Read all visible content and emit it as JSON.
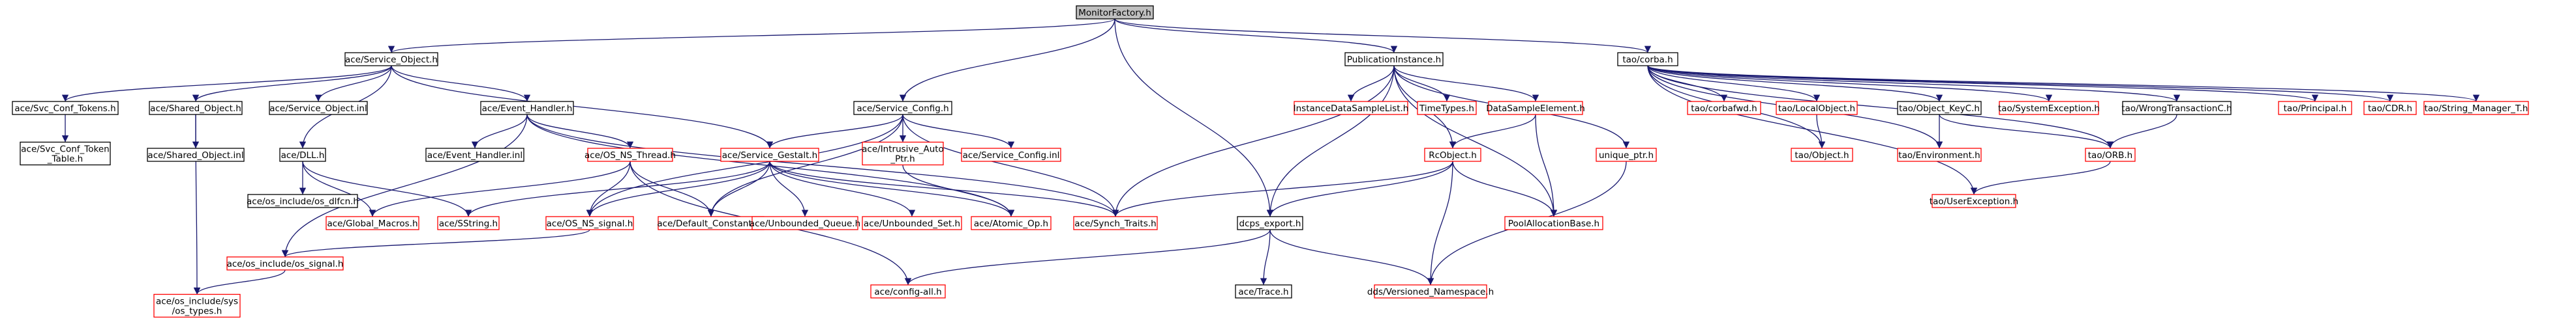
{
  "diagram": {
    "nodes": [
      {
        "id": "root",
        "lines": [
          "MonitorFactory.h"
        ],
        "color": "#000000",
        "fill": "#bfbfbf"
      },
      {
        "id": "svc_object",
        "lines": [
          "ace/Service_Object.h"
        ],
        "color": "#000000",
        "fill": "#ffffff"
      },
      {
        "id": "pub_instance",
        "lines": [
          "PublicationInstance.h"
        ],
        "color": "#000000",
        "fill": "#ffffff"
      },
      {
        "id": "tao_corba",
        "lines": [
          "tao/corba.h"
        ],
        "color": "#000000",
        "fill": "#ffffff"
      },
      {
        "id": "svc_conf_tokens",
        "lines": [
          "ace/Svc_Conf_Tokens.h"
        ],
        "color": "#000000",
        "fill": "#ffffff"
      },
      {
        "id": "shared_object",
        "lines": [
          "ace/Shared_Object.h"
        ],
        "color": "#000000",
        "fill": "#ffffff"
      },
      {
        "id": "svc_object_inl",
        "lines": [
          "ace/Service_Object.inl"
        ],
        "color": "#000000",
        "fill": "#ffffff"
      },
      {
        "id": "event_handler",
        "lines": [
          "ace/Event_Handler.h"
        ],
        "color": "#000000",
        "fill": "#ffffff"
      },
      {
        "id": "service_config",
        "lines": [
          "ace/Service_Config.h"
        ],
        "color": "#000000",
        "fill": "#ffffff"
      },
      {
        "id": "svc_conf_token_table",
        "lines": [
          "ace/Svc_Conf_Token",
          "_Table.h"
        ],
        "color": "#000000",
        "fill": "#ffffff"
      },
      {
        "id": "shared_object_inl",
        "lines": [
          "ace/Shared_Object.inl"
        ],
        "color": "#000000",
        "fill": "#ffffff"
      },
      {
        "id": "dll",
        "lines": [
          "ace/DLL.h"
        ],
        "color": "#000000",
        "fill": "#ffffff"
      },
      {
        "id": "event_handler_inl",
        "lines": [
          "ace/Event_Handler.inl"
        ],
        "color": "#000000",
        "fill": "#ffffff"
      },
      {
        "id": "os_ns_thread",
        "lines": [
          "ace/OS_NS_Thread.h"
        ],
        "color": "#ff0000",
        "fill": "#ffffff"
      },
      {
        "id": "svc_gestalt",
        "lines": [
          "ace/Service_Gestalt.h"
        ],
        "color": "#ff0000",
        "fill": "#ffffff"
      },
      {
        "id": "intrusive_auto_ptr",
        "lines": [
          "ace/Intrusive_Auto",
          "_Ptr.h"
        ],
        "color": "#ff0000",
        "fill": "#ffffff"
      },
      {
        "id": "service_config_inl",
        "lines": [
          "ace/Service_Config.inl"
        ],
        "color": "#ff0000",
        "fill": "#ffffff"
      },
      {
        "id": "os_dlfcn",
        "lines": [
          "ace/os_include/os_dlfcn.h"
        ],
        "color": "#000000",
        "fill": "#ffffff"
      },
      {
        "id": "global_macros",
        "lines": [
          "ace/Global_Macros.h"
        ],
        "color": "#ff0000",
        "fill": "#ffffff"
      },
      {
        "id": "sstring",
        "lines": [
          "ace/SString.h"
        ],
        "color": "#ff0000",
        "fill": "#ffffff"
      },
      {
        "id": "os_ns_signal",
        "lines": [
          "ace/OS_NS_signal.h"
        ],
        "color": "#ff0000",
        "fill": "#ffffff"
      },
      {
        "id": "default_constants",
        "lines": [
          "ace/Default_Constants.h"
        ],
        "color": "#ff0000",
        "fill": "#ffffff"
      },
      {
        "id": "unbounded_queue",
        "lines": [
          "ace/Unbounded_Queue.h"
        ],
        "color": "#ff0000",
        "fill": "#ffffff"
      },
      {
        "id": "unbounded_set",
        "lines": [
          "ace/Unbounded_Set.h"
        ],
        "color": "#ff0000",
        "fill": "#ffffff"
      },
      {
        "id": "atomic_op",
        "lines": [
          "ace/Atomic_Op.h"
        ],
        "color": "#ff0000",
        "fill": "#ffffff"
      },
      {
        "id": "synch_traits",
        "lines": [
          "ace/Synch_Traits.h"
        ],
        "color": "#ff0000",
        "fill": "#ffffff"
      },
      {
        "id": "os_signal",
        "lines": [
          "ace/os_include/os_signal.h"
        ],
        "color": "#ff0000",
        "fill": "#ffffff"
      },
      {
        "id": "os_types",
        "lines": [
          "ace/os_include/sys",
          "/os_types.h"
        ],
        "color": "#ff0000",
        "fill": "#ffffff"
      },
      {
        "id": "config_all",
        "lines": [
          "ace/config-all.h"
        ],
        "color": "#ff0000",
        "fill": "#ffffff"
      },
      {
        "id": "trace",
        "lines": [
          "ace/Trace.h"
        ],
        "color": "#000000",
        "fill": "#ffffff"
      },
      {
        "id": "dcps_export",
        "lines": [
          "dcps_export.h"
        ],
        "color": "#000000",
        "fill": "#ffffff"
      },
      {
        "id": "idsl",
        "lines": [
          "InstanceDataSampleList.h"
        ],
        "color": "#ff0000",
        "fill": "#ffffff"
      },
      {
        "id": "time_types",
        "lines": [
          "TimeTypes.h"
        ],
        "color": "#ff0000",
        "fill": "#ffffff"
      },
      {
        "id": "dse",
        "lines": [
          "DataSampleElement.h"
        ],
        "color": "#ff0000",
        "fill": "#ffffff"
      },
      {
        "id": "rc_object",
        "lines": [
          "RcObject.h"
        ],
        "color": "#ff0000",
        "fill": "#ffffff"
      },
      {
        "id": "pool_alloc_base",
        "lines": [
          "PoolAllocationBase.h"
        ],
        "color": "#ff0000",
        "fill": "#ffffff"
      },
      {
        "id": "unique_ptr",
        "lines": [
          "unique_ptr.h"
        ],
        "color": "#ff0000",
        "fill": "#ffffff"
      },
      {
        "id": "versioned_ns",
        "lines": [
          "dds/Versioned_Namespace.h"
        ],
        "color": "#ff0000",
        "fill": "#ffffff"
      },
      {
        "id": "tao_corbafwd",
        "lines": [
          "tao/corbafwd.h"
        ],
        "color": "#ff0000",
        "fill": "#ffffff"
      },
      {
        "id": "tao_localobject",
        "lines": [
          "tao/LocalObject.h"
        ],
        "color": "#ff0000",
        "fill": "#ffffff"
      },
      {
        "id": "tao_object",
        "lines": [
          "tao/Object.h"
        ],
        "color": "#ff0000",
        "fill": "#ffffff"
      },
      {
        "id": "tao_object_keyc",
        "lines": [
          "tao/Object_KeyC.h"
        ],
        "color": "#000000",
        "fill": "#ffffff"
      },
      {
        "id": "tao_environment",
        "lines": [
          "tao/Environment.h"
        ],
        "color": "#ff0000",
        "fill": "#ffffff"
      },
      {
        "id": "tao_sysexc",
        "lines": [
          "tao/SystemException.h"
        ],
        "color": "#ff0000",
        "fill": "#ffffff"
      },
      {
        "id": "tao_wrongtx",
        "lines": [
          "tao/WrongTransactionC.h"
        ],
        "color": "#000000",
        "fill": "#ffffff"
      },
      {
        "id": "tao_orb",
        "lines": [
          "tao/ORB.h"
        ],
        "color": "#ff0000",
        "fill": "#ffffff"
      },
      {
        "id": "tao_principal",
        "lines": [
          "tao/Principal.h"
        ],
        "color": "#ff0000",
        "fill": "#ffffff"
      },
      {
        "id": "tao_cdr",
        "lines": [
          "tao/CDR.h"
        ],
        "color": "#ff0000",
        "fill": "#ffffff"
      },
      {
        "id": "tao_strmgr",
        "lines": [
          "tao/String_Manager_T.h"
        ],
        "color": "#ff0000",
        "fill": "#ffffff"
      },
      {
        "id": "tao_userexc",
        "lines": [
          "tao/UserException.h"
        ],
        "color": "#ff0000",
        "fill": "#ffffff"
      }
    ],
    "edges": [
      [
        "root",
        "svc_object"
      ],
      [
        "root",
        "pub_instance"
      ],
      [
        "root",
        "tao_corba"
      ],
      [
        "root",
        "service_config"
      ],
      [
        "root",
        "dcps_export"
      ],
      [
        "svc_object",
        "svc_conf_tokens"
      ],
      [
        "svc_object",
        "shared_object"
      ],
      [
        "svc_object",
        "svc_object_inl"
      ],
      [
        "svc_object",
        "event_handler"
      ],
      [
        "svc_object",
        "dll"
      ],
      [
        "svc_object",
        "svc_gestalt"
      ],
      [
        "svc_conf_tokens",
        "svc_conf_token_table"
      ],
      [
        "shared_object",
        "shared_object_inl"
      ],
      [
        "shared_object",
        "os_types"
      ],
      [
        "dll",
        "os_dlfcn"
      ],
      [
        "dll",
        "global_macros"
      ],
      [
        "dll",
        "sstring"
      ],
      [
        "event_handler",
        "event_handler_inl"
      ],
      [
        "event_handler",
        "os_ns_thread"
      ],
      [
        "event_handler",
        "atomic_op"
      ],
      [
        "event_handler",
        "synch_traits"
      ],
      [
        "event_handler",
        "os_signal"
      ],
      [
        "os_ns_thread",
        "global_macros"
      ],
      [
        "os_ns_thread",
        "os_ns_signal"
      ],
      [
        "os_ns_thread",
        "default_constants"
      ],
      [
        "os_ns_thread",
        "config_all"
      ],
      [
        "service_config",
        "svc_gestalt"
      ],
      [
        "service_config",
        "intrusive_auto_ptr"
      ],
      [
        "service_config",
        "service_config_inl"
      ],
      [
        "service_config",
        "synch_traits"
      ],
      [
        "service_config",
        "os_ns_signal"
      ],
      [
        "service_config",
        "default_constants"
      ],
      [
        "svc_gestalt",
        "sstring"
      ],
      [
        "svc_gestalt",
        "os_ns_signal"
      ],
      [
        "svc_gestalt",
        "default_constants"
      ],
      [
        "svc_gestalt",
        "unbounded_queue"
      ],
      [
        "svc_gestalt",
        "unbounded_set"
      ],
      [
        "svc_gestalt",
        "atomic_op"
      ],
      [
        "svc_gestalt",
        "synch_traits"
      ],
      [
        "intrusive_auto_ptr",
        "atomic_op"
      ],
      [
        "os_ns_signal",
        "os_signal"
      ],
      [
        "os_signal",
        "os_types"
      ],
      [
        "pub_instance",
        "idsl"
      ],
      [
        "pub_instance",
        "time_types"
      ],
      [
        "pub_instance",
        "dse"
      ],
      [
        "pub_instance",
        "rc_object"
      ],
      [
        "pub_instance",
        "unique_ptr"
      ],
      [
        "pub_instance",
        "pool_alloc_base"
      ],
      [
        "pub_instance",
        "synch_traits"
      ],
      [
        "pub_instance",
        "dcps_export"
      ],
      [
        "dse",
        "rc_object"
      ],
      [
        "dse",
        "pool_alloc_base"
      ],
      [
        "rc_object",
        "synch_traits"
      ],
      [
        "rc_object",
        "pool_alloc_base"
      ],
      [
        "rc_object",
        "dcps_export"
      ],
      [
        "rc_object",
        "versioned_ns"
      ],
      [
        "unique_ptr",
        "versioned_ns"
      ],
      [
        "dcps_export",
        "config_all"
      ],
      [
        "dcps_export",
        "trace"
      ],
      [
        "dcps_export",
        "versioned_ns"
      ],
      [
        "tao_corba",
        "tao_corbafwd"
      ],
      [
        "tao_corba",
        "tao_localobject"
      ],
      [
        "tao_corba",
        "tao_object"
      ],
      [
        "tao_corba",
        "tao_object_keyc"
      ],
      [
        "tao_corba",
        "tao_environment"
      ],
      [
        "tao_corba",
        "tao_sysexc"
      ],
      [
        "tao_corba",
        "tao_wrongtx"
      ],
      [
        "tao_corba",
        "tao_orb"
      ],
      [
        "tao_corba",
        "tao_principal"
      ],
      [
        "tao_corba",
        "tao_cdr"
      ],
      [
        "tao_corba",
        "tao_strmgr"
      ],
      [
        "tao_corba",
        "tao_userexc"
      ],
      [
        "tao_localobject",
        "tao_object"
      ],
      [
        "tao_object_keyc",
        "tao_environment"
      ],
      [
        "tao_object_keyc",
        "tao_orb"
      ],
      [
        "tao_wrongtx",
        "tao_orb"
      ],
      [
        "tao_orb",
        "tao_userexc"
      ]
    ]
  }
}
